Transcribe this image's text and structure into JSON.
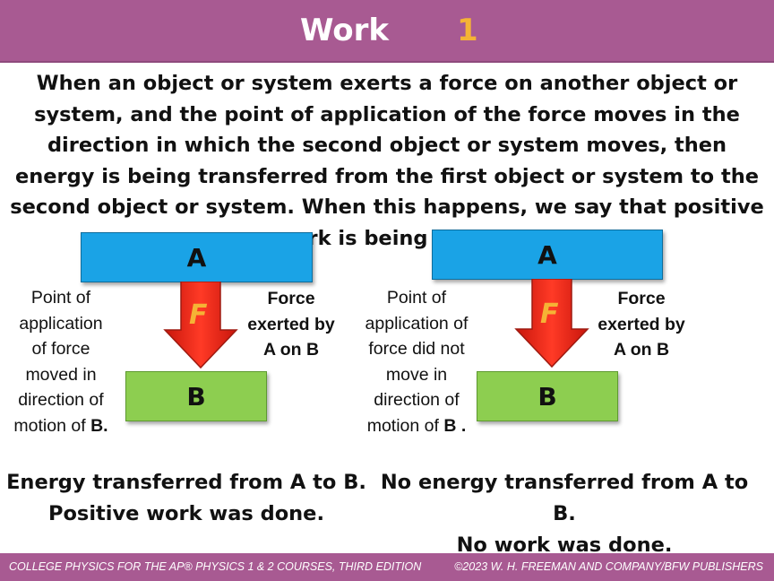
{
  "header": {
    "title": "Work",
    "number": "1"
  },
  "intro": "When an object or system exerts a force on another object or system, and the point of application of the force moves in the direction in which the second object or system moves, then energy is being transferred from the first object or system to the second  object or system. When this happens, we say that positive work is being done.",
  "left": {
    "box_a": "A",
    "box_b": "B",
    "force_symbol": "F",
    "note_lines": [
      "Point of",
      "application",
      "of force",
      "moved in",
      "direction of",
      "motion of "
    ],
    "note_bold_end": "B.",
    "force_lines": [
      "Force",
      "exerted by",
      "A on B"
    ],
    "conclusion_1": "Energy transferred from A to B.",
    "conclusion_2": "Positive work was done."
  },
  "right": {
    "box_a": "A",
    "box_b": "B",
    "force_symbol": "F",
    "note_lines": [
      "Point of",
      "application of",
      "force did not",
      "move in",
      "direction of",
      "motion of "
    ],
    "note_bold_end": "B .",
    "force_lines": [
      "Force",
      "exerted by",
      "A on B"
    ],
    "conclusion_1": "No energy transferred from A to B.",
    "conclusion_2": "No work was done."
  },
  "footer": {
    "left": "COLLEGE PHYSICS FOR THE AP® PHYSICS 1 & 2 COURSES, THIRD EDITION",
    "right": "©2023 W. H. FREEMAN AND COMPANY/BFW PUBLISHERS"
  },
  "colors": {
    "header": "#a85a92",
    "number": "#f5b335",
    "box_a": "#1aa3e6",
    "box_b": "#8dce50",
    "arrow": "#ee2a1a"
  }
}
